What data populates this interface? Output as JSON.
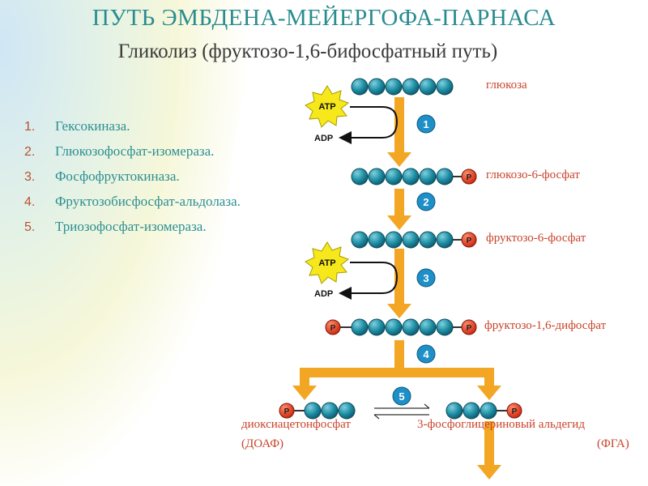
{
  "header": {
    "title": "ПУТЬ ЭМБДЕНА-МЕЙЕРГОФА-ПАРНАСА",
    "subtitle": "Гликолиз (фруктозо-1,6-бифосфатный путь)"
  },
  "enzymes": [
    {
      "num": "1.",
      "name": "Гексокиназа."
    },
    {
      "num": "2.",
      "name": "Глюкозофосфат-изомераза."
    },
    {
      "num": "3.",
      "name": "Фосфофруктокиназа."
    },
    {
      "num": "4.",
      "name": "Фруктозобисфосфат-альдолаза."
    },
    {
      "num": "5.",
      "name": "Триозофосфат-изомераза."
    }
  ],
  "metabolites": {
    "glucose": "глюкоза",
    "g6p": "глюкозо-6-фосфат",
    "f6p": "фруктозо-6-фосфат",
    "f16bp": "фруктозо-1,6-дифосфат",
    "dhap_name": "диоксиацетонфосфат",
    "dhap_abbr": "(ДОАФ)",
    "gap_name": "3-фосфоглицериновый альдегид",
    "gap_abbr": "(ФГА)"
  },
  "cofactors": {
    "atp": "ATP",
    "adp": "ADP",
    "phosphate": "P"
  },
  "steps": [
    "1",
    "2",
    "3",
    "4",
    "5"
  ],
  "colors": {
    "title": "#2a8c8f",
    "label": "#c8432a",
    "bead": "#1f8fa5",
    "phosphate": "#e23b1f",
    "arrow": "#f2a623",
    "step_badge": "#1e8fc7",
    "atp_burst": "#f7e81c"
  }
}
